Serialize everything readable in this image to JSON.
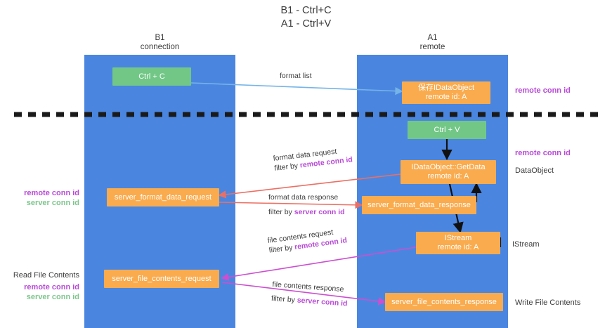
{
  "title": "B1 - Ctrl+C\nA1 - Ctrl+V",
  "colors": {
    "lane": "#4a86e0",
    "node_orange": "#f9ab4e",
    "node_green": "#72c787",
    "remote_conn_id": "#b84ad6",
    "server_conn_id": "#7cc68b",
    "arrow_blue": "#76b4e8",
    "arrow_red": "#ec6f63",
    "arrow_magenta": "#cc4fd0",
    "arrow_black": "#111111",
    "divider": "#1a1a1a"
  },
  "lanes": [
    {
      "id": "b1",
      "title": "B1",
      "subtitle": "connection",
      "header": "B1\nconnection"
    },
    {
      "id": "a1",
      "title": "A1",
      "subtitle": "remote",
      "header": "A1\nremote"
    }
  ],
  "nodes": [
    {
      "id": "ctrl-c",
      "label": "Ctrl + C",
      "sub": "",
      "color": "green",
      "lane": "b1"
    },
    {
      "id": "ctrl-v",
      "label": "Ctrl + V",
      "sub": "",
      "color": "green",
      "lane": "a1"
    },
    {
      "id": "save-idataobject",
      "label": "保存IDataObject",
      "sub": "remote id: A",
      "color": "orange",
      "lane": "a1"
    },
    {
      "id": "idataobject-getdata",
      "label": "IDataObject::GetData",
      "sub": "remote id: A",
      "color": "orange",
      "lane": "a1"
    },
    {
      "id": "server-format-data-request",
      "label": "server_format_data_request",
      "sub": "",
      "color": "orange",
      "lane": "b1"
    },
    {
      "id": "server-format-data-response",
      "label": "server_format_data_response",
      "sub": "",
      "color": "orange",
      "lane": "a1"
    },
    {
      "id": "istream",
      "label": "IStream",
      "sub": "remote id: A",
      "color": "orange",
      "lane": "a1"
    },
    {
      "id": "server-file-contents-request",
      "label": "server_file_contents_request",
      "sub": "",
      "color": "orange",
      "lane": "b1"
    },
    {
      "id": "server-file-contents-response",
      "label": "server_file_contents_response",
      "sub": "",
      "color": "orange",
      "lane": "a1"
    }
  ],
  "edge_labels": [
    {
      "id": "format-list",
      "line1": "format list",
      "line2": "",
      "line2_kw": ""
    },
    {
      "id": "format-data-request",
      "line1": "format data request",
      "line2_prefix": "filter by ",
      "line2_kw": "remote conn id",
      "kw_color": "remote"
    },
    {
      "id": "format-data-response",
      "line1": "format data response",
      "line2_prefix": "filter by ",
      "line2_kw": "server conn id",
      "kw_color": "remote"
    },
    {
      "id": "file-contents-request",
      "line1": "file contents request",
      "line2_prefix": "filter by ",
      "line2_kw": "remote conn id",
      "kw_color": "remote"
    },
    {
      "id": "file-contents-response",
      "line1": "file contents response",
      "line2_prefix": "filter by ",
      "line2_kw": "server conn id",
      "kw_color": "remote"
    }
  ],
  "annotations": {
    "right_remote_top": "remote conn id",
    "right_remote_mid": "remote conn id",
    "right_dataobject": "DataObject",
    "right_istream": "IStream",
    "right_write_file_contents": "Write File Contents",
    "left_remote_conn_id": "remote conn id",
    "left_server_conn_id": "server conn id",
    "left_read_file_contents": "Read File Contents",
    "left_remote_conn_id_2": "remote conn id",
    "left_server_conn_id_2": "server conn id"
  }
}
